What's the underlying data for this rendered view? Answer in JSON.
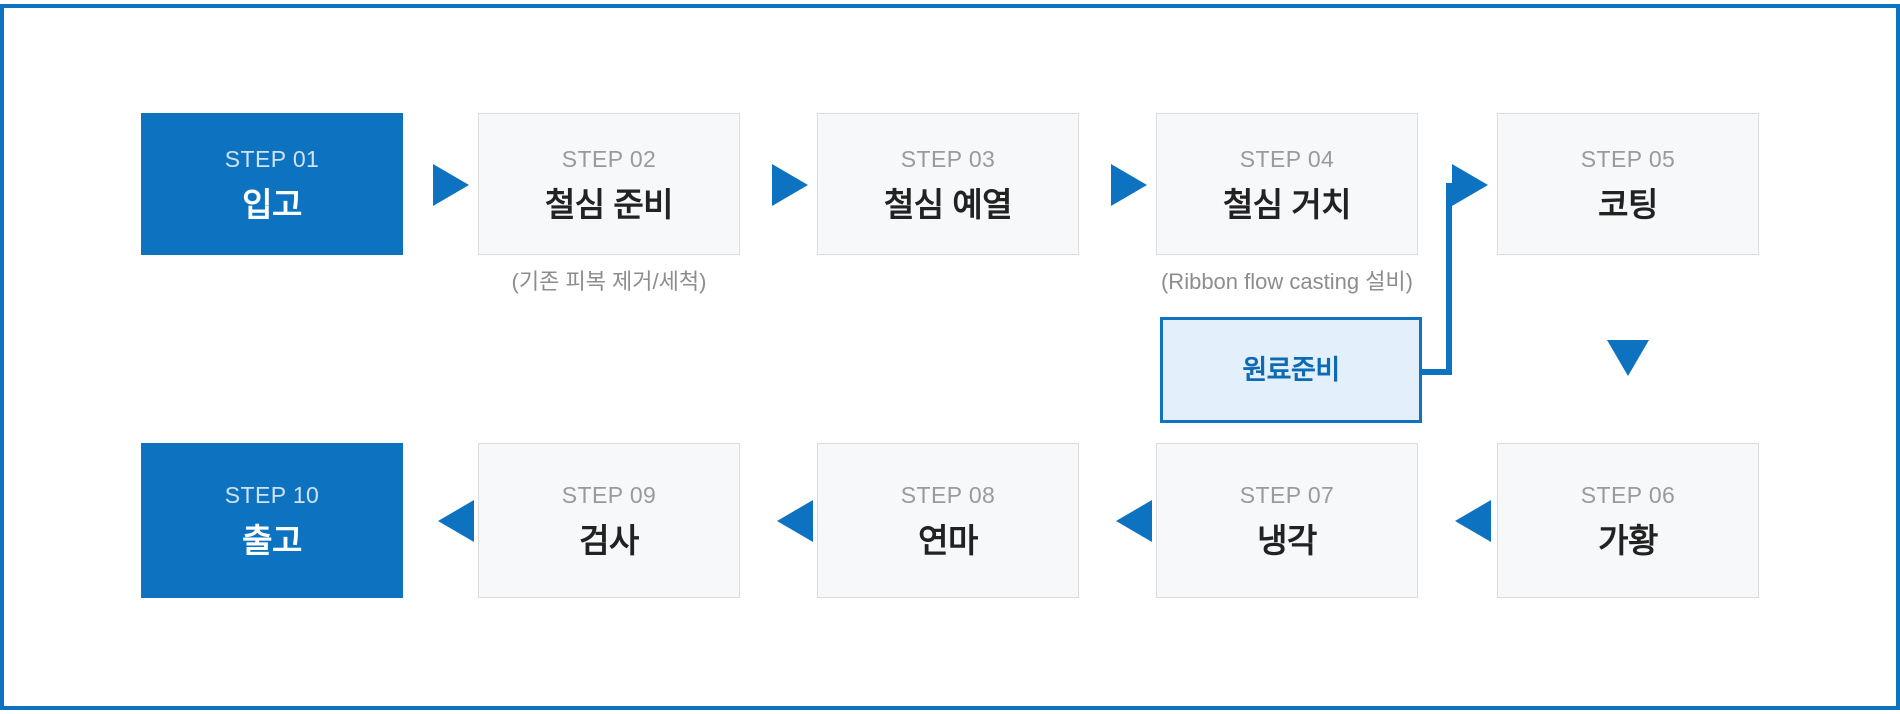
{
  "diagram": {
    "title": "Manufacturing process flow",
    "colors": {
      "accent": "#0d73c0",
      "box_fill_grey": "#f6f8fa",
      "box_border_grey": "#dcdcdc",
      "sub_box_fill": "#e3f0fb",
      "sub_box_border": "#0d73c0",
      "step_number_grey": "#9a9a9a",
      "step_number_on_blue": "#cfe3f4",
      "title_dark": "#222222",
      "title_on_blue": "#ffffff",
      "caption_grey": "#8d8d8d",
      "sub_label": "#0d6bb5",
      "page_background": "#ffffff"
    },
    "top_row": [
      {
        "num": "STEP 01",
        "title": "입고",
        "highlight": true,
        "caption": ""
      },
      {
        "num": "STEP 02",
        "title": "철심 준비",
        "highlight": false,
        "caption": "(기존 피복 제거/세척)"
      },
      {
        "num": "STEP 03",
        "title": "철심 예열",
        "highlight": false,
        "caption": ""
      },
      {
        "num": "STEP 04",
        "title": "철심 거치",
        "highlight": false,
        "caption": "(Ribbon flow casting 설비)"
      },
      {
        "num": "STEP 05",
        "title": "코팅",
        "highlight": false,
        "caption": ""
      }
    ],
    "bottom_row": [
      {
        "num": "STEP 10",
        "title": "출고",
        "highlight": true,
        "caption": ""
      },
      {
        "num": "STEP 09",
        "title": "검사",
        "highlight": false,
        "caption": ""
      },
      {
        "num": "STEP 08",
        "title": "연마",
        "highlight": false,
        "caption": ""
      },
      {
        "num": "STEP 07",
        "title": "냉각",
        "highlight": false,
        "caption": ""
      },
      {
        "num": "STEP 06",
        "title": "가황",
        "highlight": false,
        "caption": ""
      }
    ],
    "sub_box": {
      "label": "원료준비"
    },
    "arrows": {
      "top_1": "arrow-right-icon",
      "top_2": "arrow-right-icon",
      "top_3": "arrow-right-icon",
      "feed_in": "arrow-right-icon",
      "column_turn": "arrow-down-icon",
      "bottom_1": "arrow-left-icon",
      "bottom_2": "arrow-left-icon",
      "bottom_3": "arrow-left-icon",
      "bottom_4": "arrow-left-icon"
    }
  }
}
